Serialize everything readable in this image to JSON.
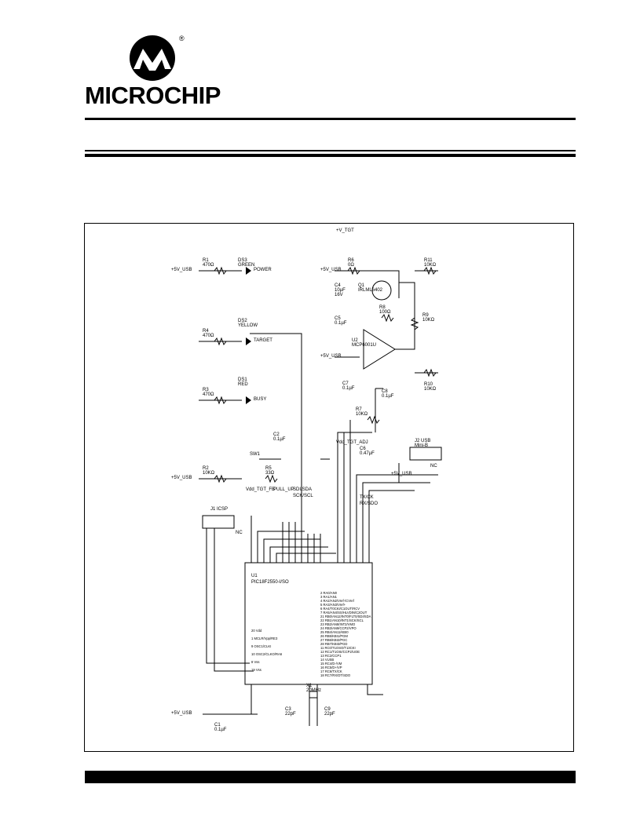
{
  "header": {
    "brand": "MICROCHIP",
    "registered_mark": "®"
  },
  "schematic": {
    "u1": {
      "ref": "U1",
      "part": "PIC18F2550-I/SO"
    },
    "u1_left_pins": [
      {
        "num": "2",
        "name": "RA0/AN0"
      },
      {
        "num": "3",
        "name": "RA1/AN1"
      },
      {
        "num": "4",
        "name": "RA2/AN2/Vref-/CVref"
      },
      {
        "num": "5",
        "name": "RA3/AN3/Vref+"
      },
      {
        "num": "6",
        "name": "RA4/T0CKI/C1OUT/RCV"
      },
      {
        "num": "7",
        "name": "RA5/AN4/SS/HLVDIN/C2OUT"
      },
      {
        "num": "21",
        "name": "RB0/AN12/INT0/FLT0/SDI/SDA"
      },
      {
        "num": "22",
        "name": "RB1/AN10/INT1/SCK/SCL"
      },
      {
        "num": "23",
        "name": "RB2/AN8/INT2/VMO"
      },
      {
        "num": "24",
        "name": "RB3/AN9/CCP2/VPO"
      },
      {
        "num": "25",
        "name": "RB4/AN11/KBI0"
      },
      {
        "num": "26",
        "name": "RB5/KBI1/PGM"
      },
      {
        "num": "27",
        "name": "RB6/KBI2/PGC"
      },
      {
        "num": "28",
        "name": "RB7/KBI3/PGD"
      },
      {
        "num": "11",
        "name": "RC0/T1OSO/T13CKI"
      },
      {
        "num": "12",
        "name": "RC1/T1OSI/CCP2/UOE"
      },
      {
        "num": "13",
        "name": "RC2/CCP1"
      },
      {
        "num": "14",
        "name": "VUSB"
      },
      {
        "num": "15",
        "name": "RC4/D-/VM"
      },
      {
        "num": "16",
        "name": "RC5/D+/VP"
      },
      {
        "num": "17",
        "name": "RC6/TX/CK"
      },
      {
        "num": "18",
        "name": "RC7/RX/DT/SDO"
      }
    ],
    "u1_right_pins": [
      {
        "num": "20",
        "name": "Vdd"
      },
      {
        "num": "1",
        "name": "MCLR/Vpp/RE3"
      },
      {
        "num": "9",
        "name": "OSC1/CLKI"
      },
      {
        "num": "10",
        "name": "OSC2/CLKO/RA6"
      },
      {
        "num": "8",
        "name": "Vss"
      },
      {
        "num": "19",
        "name": "Vss"
      }
    ],
    "labels": {
      "vusb_1": "+5V_USB",
      "vusb_2": "+5V_USB",
      "vusb_3": "+5V_USB",
      "vusb_4": "+5V_USB",
      "vusb_5": "+5V_USB",
      "vusb_6": "+5V_USB",
      "v_tgt": "+V_TGT",
      "vdd_tgt_adj": "Vdd_TGT_ADJ",
      "vdd_tgt_fb": "Vdd_TGT_FB",
      "pull_up": "PULL_UP",
      "sdi_sda": "SDI/SDA",
      "sck_scl": "SCK/SCL",
      "tx_ck": "TX/CK",
      "rx_sdo": "RX/SDO",
      "nc_1": "NC",
      "nc_2": "NC",
      "power": "POWER",
      "target": "TARGET",
      "busy": "BUSY",
      "sw1": "SW1"
    },
    "components": {
      "r1": [
        "R1",
        "470Ω"
      ],
      "r2": [
        "R2",
        "10KΩ"
      ],
      "r3": [
        "R3",
        "470Ω"
      ],
      "r4": [
        "R4",
        "470Ω"
      ],
      "r5": [
        "R5",
        "33Ω"
      ],
      "r6": [
        "R6",
        "0Ω"
      ],
      "r7": [
        "R7",
        "10KΩ"
      ],
      "r8": [
        "R8",
        "100Ω"
      ],
      "r9": [
        "R9",
        "10KΩ"
      ],
      "r10": [
        "R10",
        "10KΩ"
      ],
      "r11": [
        "R11",
        "10KΩ"
      ],
      "c1": [
        "C1",
        "0.1µF"
      ],
      "c2": [
        "C2",
        "0.1µF"
      ],
      "c3": [
        "C3",
        "22pF"
      ],
      "c4": [
        "C4",
        "10µF",
        "16V"
      ],
      "c5": [
        "C5",
        "0.1µF"
      ],
      "c6": [
        "C6",
        "0.47µF"
      ],
      "c7": [
        "C7",
        "0.1µF"
      ],
      "c8": [
        "C8",
        "0.1µF"
      ],
      "c9": [
        "C9",
        "22pF"
      ],
      "ds1": [
        "DS1",
        "RED"
      ],
      "ds2": [
        "DS2",
        "YELLOW"
      ],
      "ds3": [
        "DS3",
        "GREEN"
      ],
      "q1": [
        "Q1",
        "IRLML6402"
      ],
      "u2": [
        "U2",
        "MCP6001U"
      ],
      "x1": [
        "X1",
        "20MHz"
      ],
      "j1": [
        "J1",
        "ICSP"
      ],
      "j2": [
        "J2",
        "USB",
        "Mini-B"
      ]
    }
  }
}
